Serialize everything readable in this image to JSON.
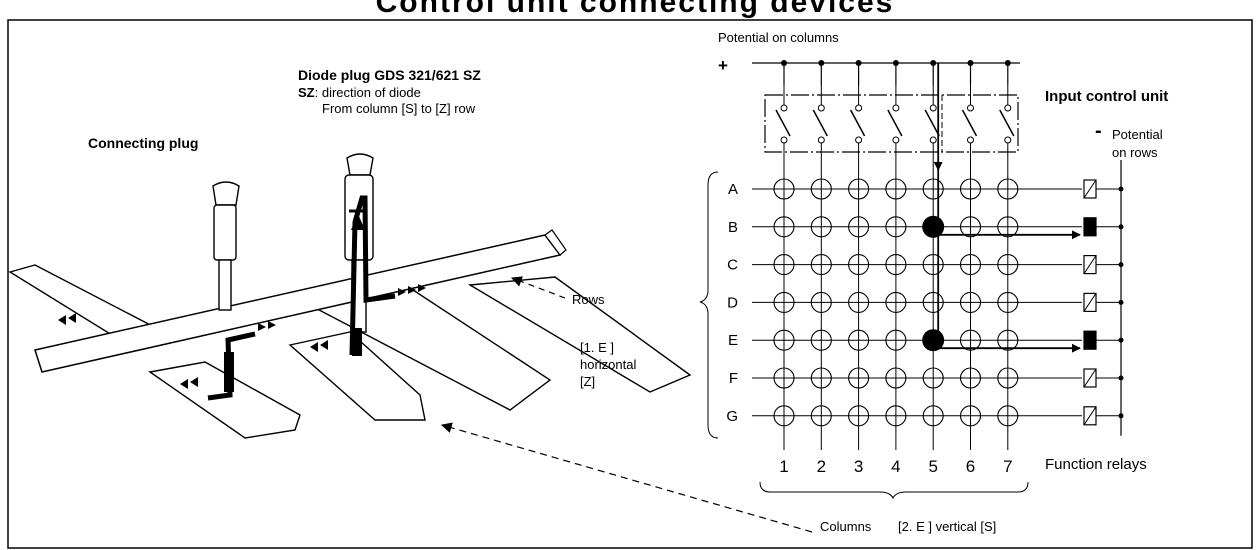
{
  "title": "Control unit connecting devices",
  "left": {
    "connecting_plug_label": "Connecting plug",
    "diode_plug_title": "Diode plug GDS 321/621 SZ",
    "diode_sz_key": "SZ",
    "diode_sz_text": ": direction of diode",
    "diode_direction_text": "From column [S] to [Z] row",
    "rows_label": "Rows",
    "rows_e": "[1. E ]",
    "rows_orientation": "horizontal",
    "rows_symbol": "[Z]",
    "columns_label": "Columns",
    "columns_desc": "[2. E ] vertical  [S]"
  },
  "matrix": {
    "potential_columns": "Potential on columns",
    "plus_sign": "+",
    "input_control_unit": "Input control unit",
    "minus_sign": "-",
    "potential_rows_1": "Potential",
    "potential_rows_2": "on rows",
    "function_relays": "Function relays",
    "rows": [
      "A",
      "B",
      "C",
      "D",
      "E",
      "F",
      "G"
    ],
    "columns": [
      "1",
      "2",
      "3",
      "4",
      "5",
      "6",
      "7"
    ],
    "diodes": [
      {
        "row": "B",
        "column": "5"
      },
      {
        "row": "E",
        "column": "5"
      }
    ]
  }
}
